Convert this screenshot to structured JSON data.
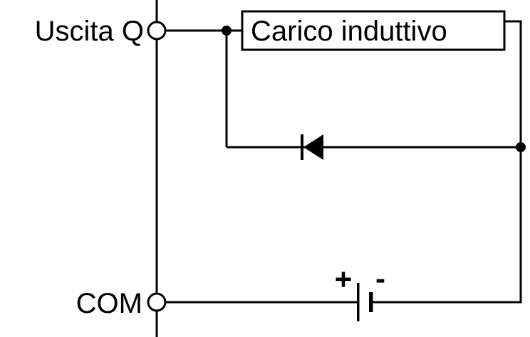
{
  "diagram": {
    "type": "circuit-schematic",
    "description": "Inductive load connected between output Q and COM with flyback diode and DC supply",
    "labels": {
      "output": "Uscita Q",
      "common": "COM",
      "load": "Carico induttivo",
      "battery_plus": "+",
      "battery_minus": "-"
    },
    "components": [
      "output-terminal",
      "com-terminal",
      "inductive-load-box",
      "flyback-diode",
      "dc-battery"
    ],
    "colors": {
      "line": "#000000",
      "background": "#ffffff"
    }
  }
}
